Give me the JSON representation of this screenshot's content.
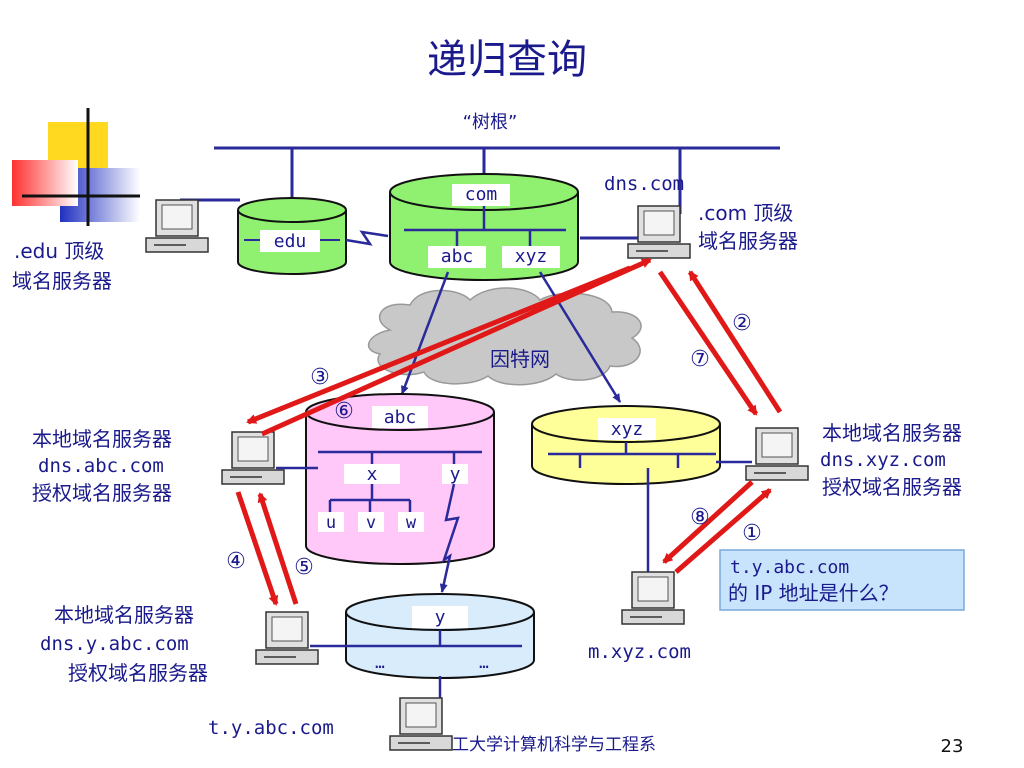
{
  "title": "递归查询",
  "root_label": "“树根”",
  "servers": {
    "com": "com",
    "edu": "edu",
    "abc_sub": "abc",
    "xyz_sub": "xyz",
    "abc": "abc",
    "xyz": "xyz",
    "y": "y",
    "x": "x",
    "y_in_abc": "y",
    "u": "u",
    "v": "v",
    "w": "w",
    "dots1": "…",
    "dots2": "…"
  },
  "internet_label": "因特网",
  "labels": {
    "dns_com": "dns.com",
    "com_top_line1": ".com 顶级",
    "com_top_line2": "域名服务器",
    "edu_top_line1": ".edu 顶级",
    "edu_top_line2": "域名服务器",
    "abc_local": "本地域名服务器",
    "abc_host": "dns.abc.com",
    "abc_auth": "授权域名服务器",
    "xyz_local": "本地域名服务器",
    "xyz_host": "dns.xyz.com",
    "xyz_auth": "授权域名服务器",
    "y_local": "本地域名服务器",
    "y_host": "dns.y.abc.com",
    "y_auth": "授权域名服务器",
    "m_host": "m.xyz.com",
    "t_host": "t.y.abc.com"
  },
  "query_box": {
    "line1": "t.y.abc.com",
    "line2": "的 IP 地址是什么？"
  },
  "steps": [
    "①",
    "②",
    "③",
    "④",
    "⑤",
    "⑥",
    "⑦",
    "⑧"
  ],
  "footer": "工大学计算机科学与工程系",
  "page_number": "23",
  "colors": {
    "text": "#1a1a8c",
    "arrow": "#e01818",
    "line": "#2a2a9a",
    "com_fill": "#90f070",
    "edu_fill": "#90f070",
    "abc_fill": "#ffc8f8",
    "xyz_fill": "#ffff99",
    "y_fill": "#d8ecfc",
    "cloud": "#c8c8c8",
    "query_box": "#c8e4fc"
  }
}
